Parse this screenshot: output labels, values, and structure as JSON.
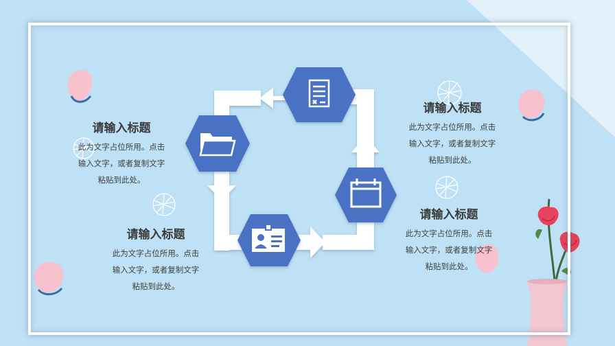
{
  "blocks": [
    {
      "title": "请输入标题",
      "lines": [
        "此为文字占位所用。点击",
        "输入文字，或者复制文字",
        "粘贴到此处。"
      ]
    },
    {
      "title": "请输入标题",
      "lines": [
        "此为文字占位所用。点击",
        "输入文字，或者复制文字",
        "粘贴到此处。"
      ]
    },
    {
      "title": "请输入标题",
      "lines": [
        "此为文字占位所用。点击",
        "输入文字，或者复制文字",
        "粘贴到此处。"
      ]
    },
    {
      "title": "请输入标题",
      "lines": [
        "此为文字占位所用。点击",
        "输入文字，或者复制文字",
        "粘贴到此处。"
      ]
    }
  ],
  "icons": [
    "document-icon",
    "folder-icon",
    "id-card-icon",
    "calendar-icon"
  ],
  "colors": {
    "background": "#bfe1f5",
    "hexagon": "#4a72c4",
    "arrow": "#ffffff",
    "petal": "#f7c1cd",
    "vase": "#f2c7d2",
    "rose": "#e8415b"
  }
}
